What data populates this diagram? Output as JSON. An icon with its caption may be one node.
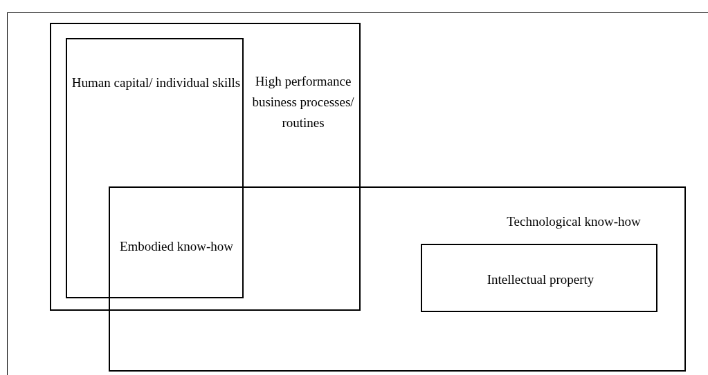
{
  "diagram": {
    "nodes": [
      {
        "text": [
          "High performance business processes/ routines"
        ]
      },
      {
        "text": [
          "Human capital/ individual skills"
        ],
        "in": 0
      },
      {
        "text": [
          "Technological know-how"
        ]
      },
      {
        "text": [
          "Intellectual property"
        ],
        "in": 2
      }
    ],
    "labels": [
      "Embodied know-how"
    ]
  }
}
